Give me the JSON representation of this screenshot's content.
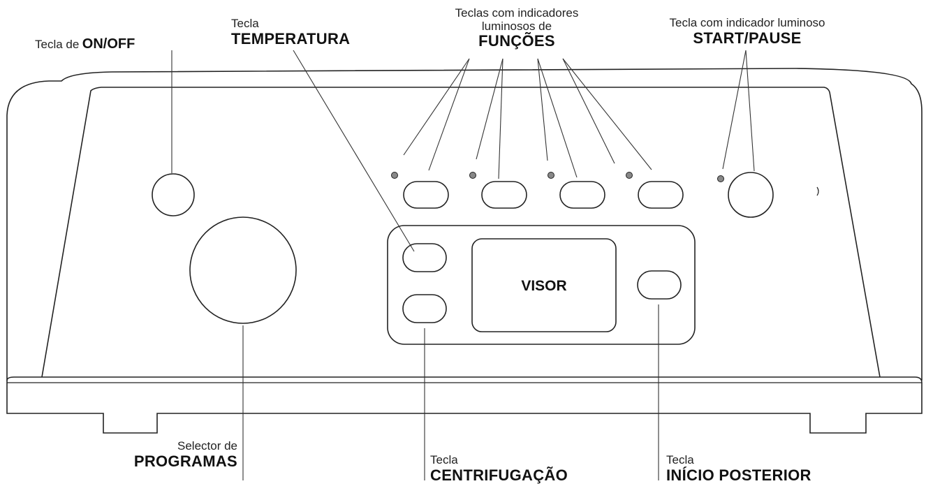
{
  "labels": {
    "on_off": {
      "prefix": "Tecla de",
      "bold": "ON/OFF"
    },
    "temperatura": {
      "line1": "Tecla",
      "bold": "TEMPERATURA"
    },
    "funcoes": {
      "line1": "Teclas com indicadores",
      "line2": "luminosos de",
      "bold": "FUNÇÕES"
    },
    "start_pause": {
      "line1": "Tecla com indicador luminoso",
      "bold": "START/PAUSE"
    },
    "programas": {
      "line1": "Selector de",
      "bold": "PROGRAMAS"
    },
    "centrifugacao": {
      "line1": "Tecla",
      "bold": "CENTRIFUGAÇÃO"
    },
    "inicio_posterior": {
      "line1": "Tecla",
      "bold": "INÍCIO POSTERIOR"
    }
  },
  "visor": "VISOR",
  "colors": {
    "stroke": "#222222",
    "led": "#888888",
    "panel": "#ffffff"
  }
}
